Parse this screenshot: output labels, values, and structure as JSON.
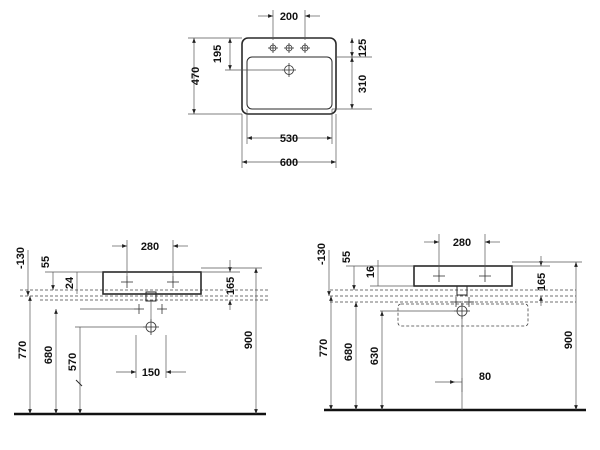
{
  "top_view": {
    "dims": {
      "tap_spacing": "200",
      "depth_to_center": "195",
      "overall_depth": "470",
      "tap_zone": "125",
      "bowl_depth": "310",
      "bowl_width": "530",
      "overall_width": "600"
    }
  },
  "front_view_left": {
    "dims": {
      "offset": "-130",
      "rim": "55",
      "thickness": "24",
      "tap_spacing": "280",
      "bowl_height": "165",
      "height_770": "770",
      "height_680": "680",
      "height_570": "570",
      "overall_height": "900",
      "waste_width": "150"
    }
  },
  "front_view_right": {
    "dims": {
      "offset": "-130",
      "rim": "55",
      "thickness": "16",
      "tap_spacing": "280",
      "bowl_height": "165",
      "height_770": "770",
      "height_680": "680",
      "height_630": "630",
      "overall_height": "900",
      "waste_offset": "80"
    }
  }
}
